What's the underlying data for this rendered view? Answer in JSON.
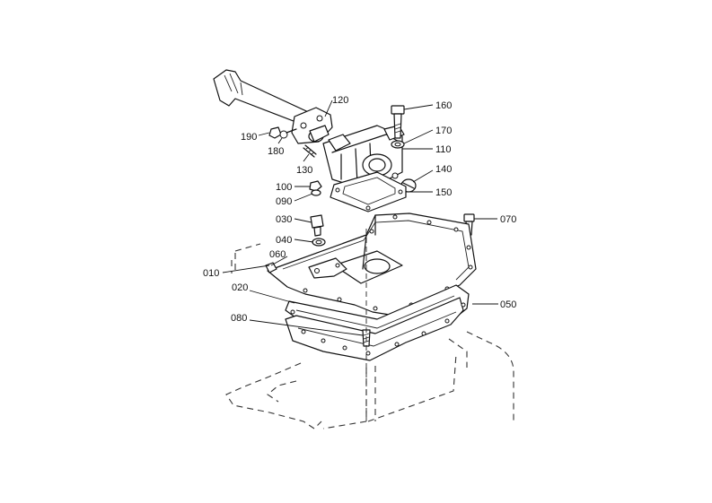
{
  "callouts": [
    {
      "id": "010",
      "text": "010"
    },
    {
      "id": "020",
      "text": "020"
    },
    {
      "id": "030",
      "text": "030"
    },
    {
      "id": "040",
      "text": "040"
    },
    {
      "id": "050",
      "text": "050"
    },
    {
      "id": "060",
      "text": "060"
    },
    {
      "id": "070",
      "text": "070"
    },
    {
      "id": "080",
      "text": "080"
    },
    {
      "id": "090",
      "text": "090"
    },
    {
      "id": "100",
      "text": "100"
    },
    {
      "id": "110",
      "text": "110"
    },
    {
      "id": "120",
      "text": "120"
    },
    {
      "id": "130",
      "text": "130"
    },
    {
      "id": "140",
      "text": "140"
    },
    {
      "id": "150",
      "text": "150"
    },
    {
      "id": "160",
      "text": "160"
    },
    {
      "id": "170",
      "text": "170"
    },
    {
      "id": "180",
      "text": "180"
    },
    {
      "id": "190",
      "text": "190"
    }
  ],
  "colors": {
    "line": "#111111",
    "background": "#ffffff"
  }
}
